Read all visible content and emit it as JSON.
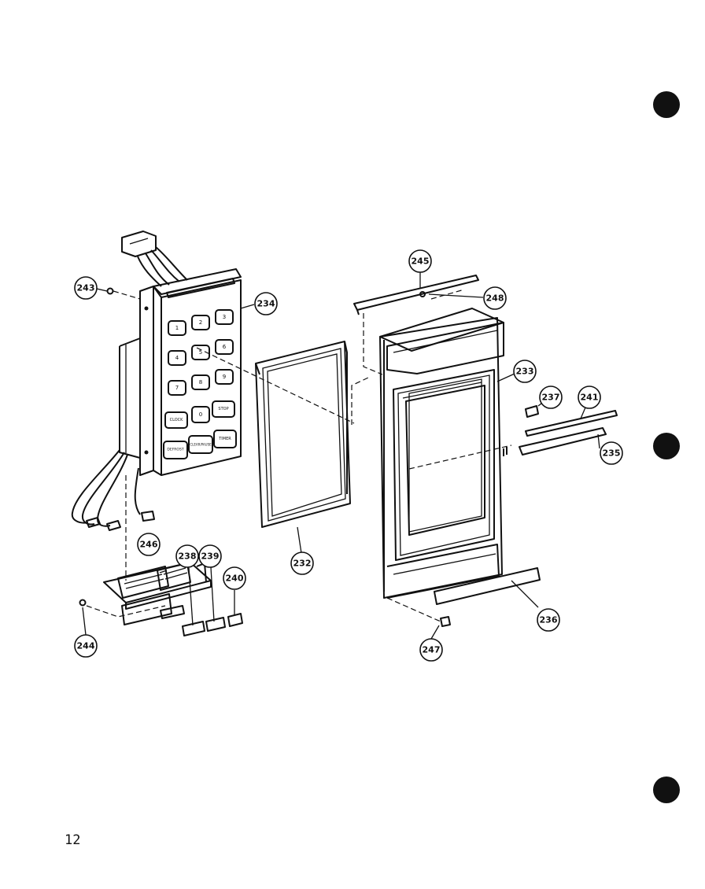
{
  "page_number": "12",
  "keypad_labels": [
    "1",
    "2",
    "3",
    "4",
    "5",
    "6",
    "7",
    "8",
    "9",
    "CLOCK",
    "0",
    "STOP",
    "DEFROST",
    "CLEAR/PAUSE",
    "TIMER"
  ],
  "callouts": [
    {
      "id": "c232",
      "label": "232"
    },
    {
      "id": "c233",
      "label": "233"
    },
    {
      "id": "c234",
      "label": "234"
    },
    {
      "id": "c235",
      "label": "235"
    },
    {
      "id": "c236",
      "label": "236"
    },
    {
      "id": "c237",
      "label": "237"
    },
    {
      "id": "c238",
      "label": "238"
    },
    {
      "id": "c239",
      "label": "239"
    },
    {
      "id": "c240",
      "label": "240"
    },
    {
      "id": "c241",
      "label": "241"
    },
    {
      "id": "c243",
      "label": "243"
    },
    {
      "id": "c244",
      "label": "244"
    },
    {
      "id": "c245",
      "label": "245"
    },
    {
      "id": "c246",
      "label": "246"
    },
    {
      "id": "c247",
      "label": "247"
    },
    {
      "id": "c248",
      "label": "248"
    }
  ]
}
